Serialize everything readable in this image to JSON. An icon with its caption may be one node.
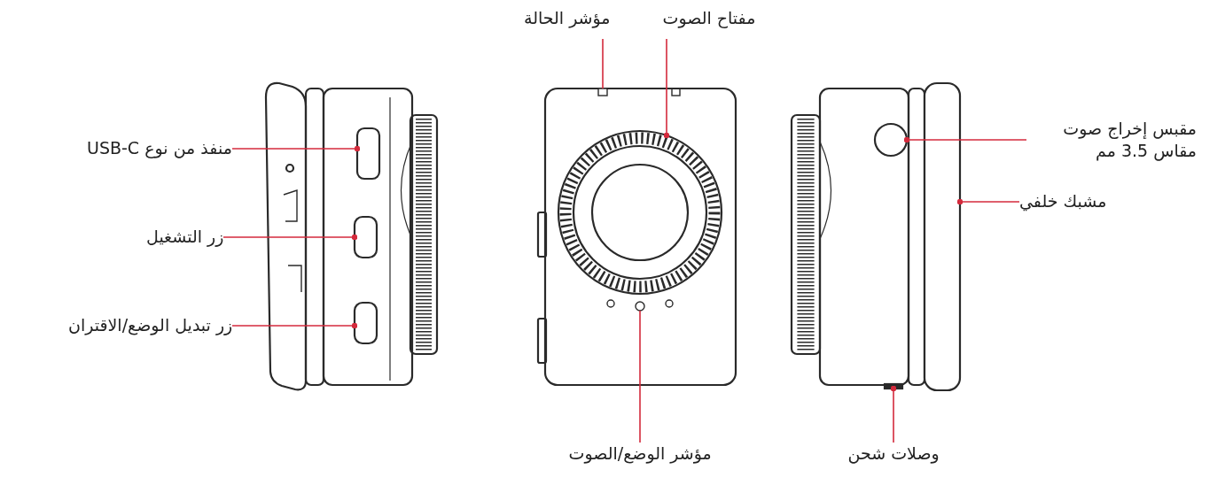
{
  "diagram": {
    "nodes": [
      {
        "text": [
          "مؤشر الحالة"
        ]
      },
      {
        "text": [
          "مفتاح الصوت"
        ]
      },
      {
        "text": [
          "منفذ من نوع USB-C"
        ]
      },
      {
        "text": [
          "مقبس إخراج صوت مقاس 3.5 مم"
        ]
      },
      {
        "text": [
          "مشبك خلفي"
        ]
      },
      {
        "text": [
          "زر التشغيل"
        ]
      },
      {
        "text": [
          "زر تبديل الوضع/الاقتران"
        ]
      },
      {
        "text": [
          "مؤشر الوضع/الصوت"
        ]
      },
      {
        "text": [
          "وصلات شحن"
        ]
      },
      {
        "text": [],
        "shape": "box"
      },
      {
        "text": [],
        "shape": "circle"
      },
      {
        "text": [],
        "shape": "box"
      },
      {
        "text": [],
        "shape": "circle"
      },
      {
        "text": [],
        "shape": "box"
      },
      {
        "text": [],
        "shape": "box"
      },
      {
        "text": [],
        "shape": "box"
      },
      {
        "text": [],
        "shape": "circle"
      },
      {
        "text": [],
        "shape": "box"
      }
    ],
    "edges": [
      {
        "from": 0,
        "to": 9,
        "arrow": "none"
      },
      {
        "from": 1,
        "to": 10,
        "arrow": "other"
      },
      {
        "from": 2,
        "to": 11,
        "arrow": "other"
      },
      {
        "from": 3,
        "to": 12,
        "arrow": "other"
      },
      {
        "from": 4,
        "to": 13,
        "arrow": "other"
      },
      {
        "from": 5,
        "to": 14,
        "arrow": "other"
      },
      {
        "from": 6,
        "to": 15,
        "arrow": "other"
      },
      {
        "from": 7,
        "to": 16,
        "arrow": "none"
      },
      {
        "from": 8,
        "to": 17,
        "arrow": "other"
      }
    ]
  }
}
